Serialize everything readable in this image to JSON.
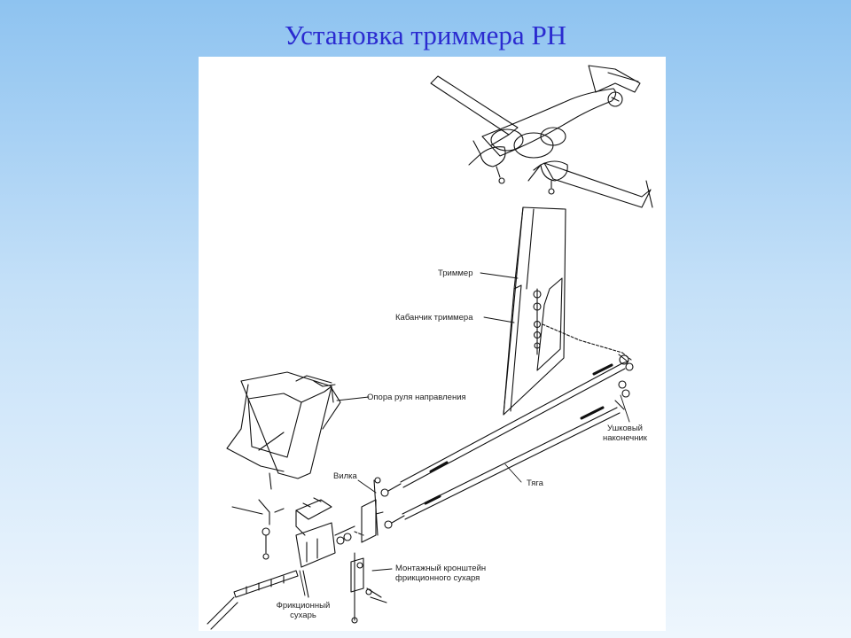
{
  "slide": {
    "title": "Установка триммера РН"
  },
  "figure": {
    "callouts": {
      "trim_tab": "Триммер",
      "trim_horn": "Кабанчик триммера",
      "rudder_support": "Опора руля направления",
      "rod_end_1": "Ушковый",
      "rod_end_2": "наконечник",
      "fork": "Вилка",
      "push_rod": "Тяга",
      "bracket_1": "Монтажный кронштейн",
      "bracket_2": "фрикционного сухаря",
      "friction_1": "Фрикционный",
      "friction_2": "сухарь"
    }
  }
}
